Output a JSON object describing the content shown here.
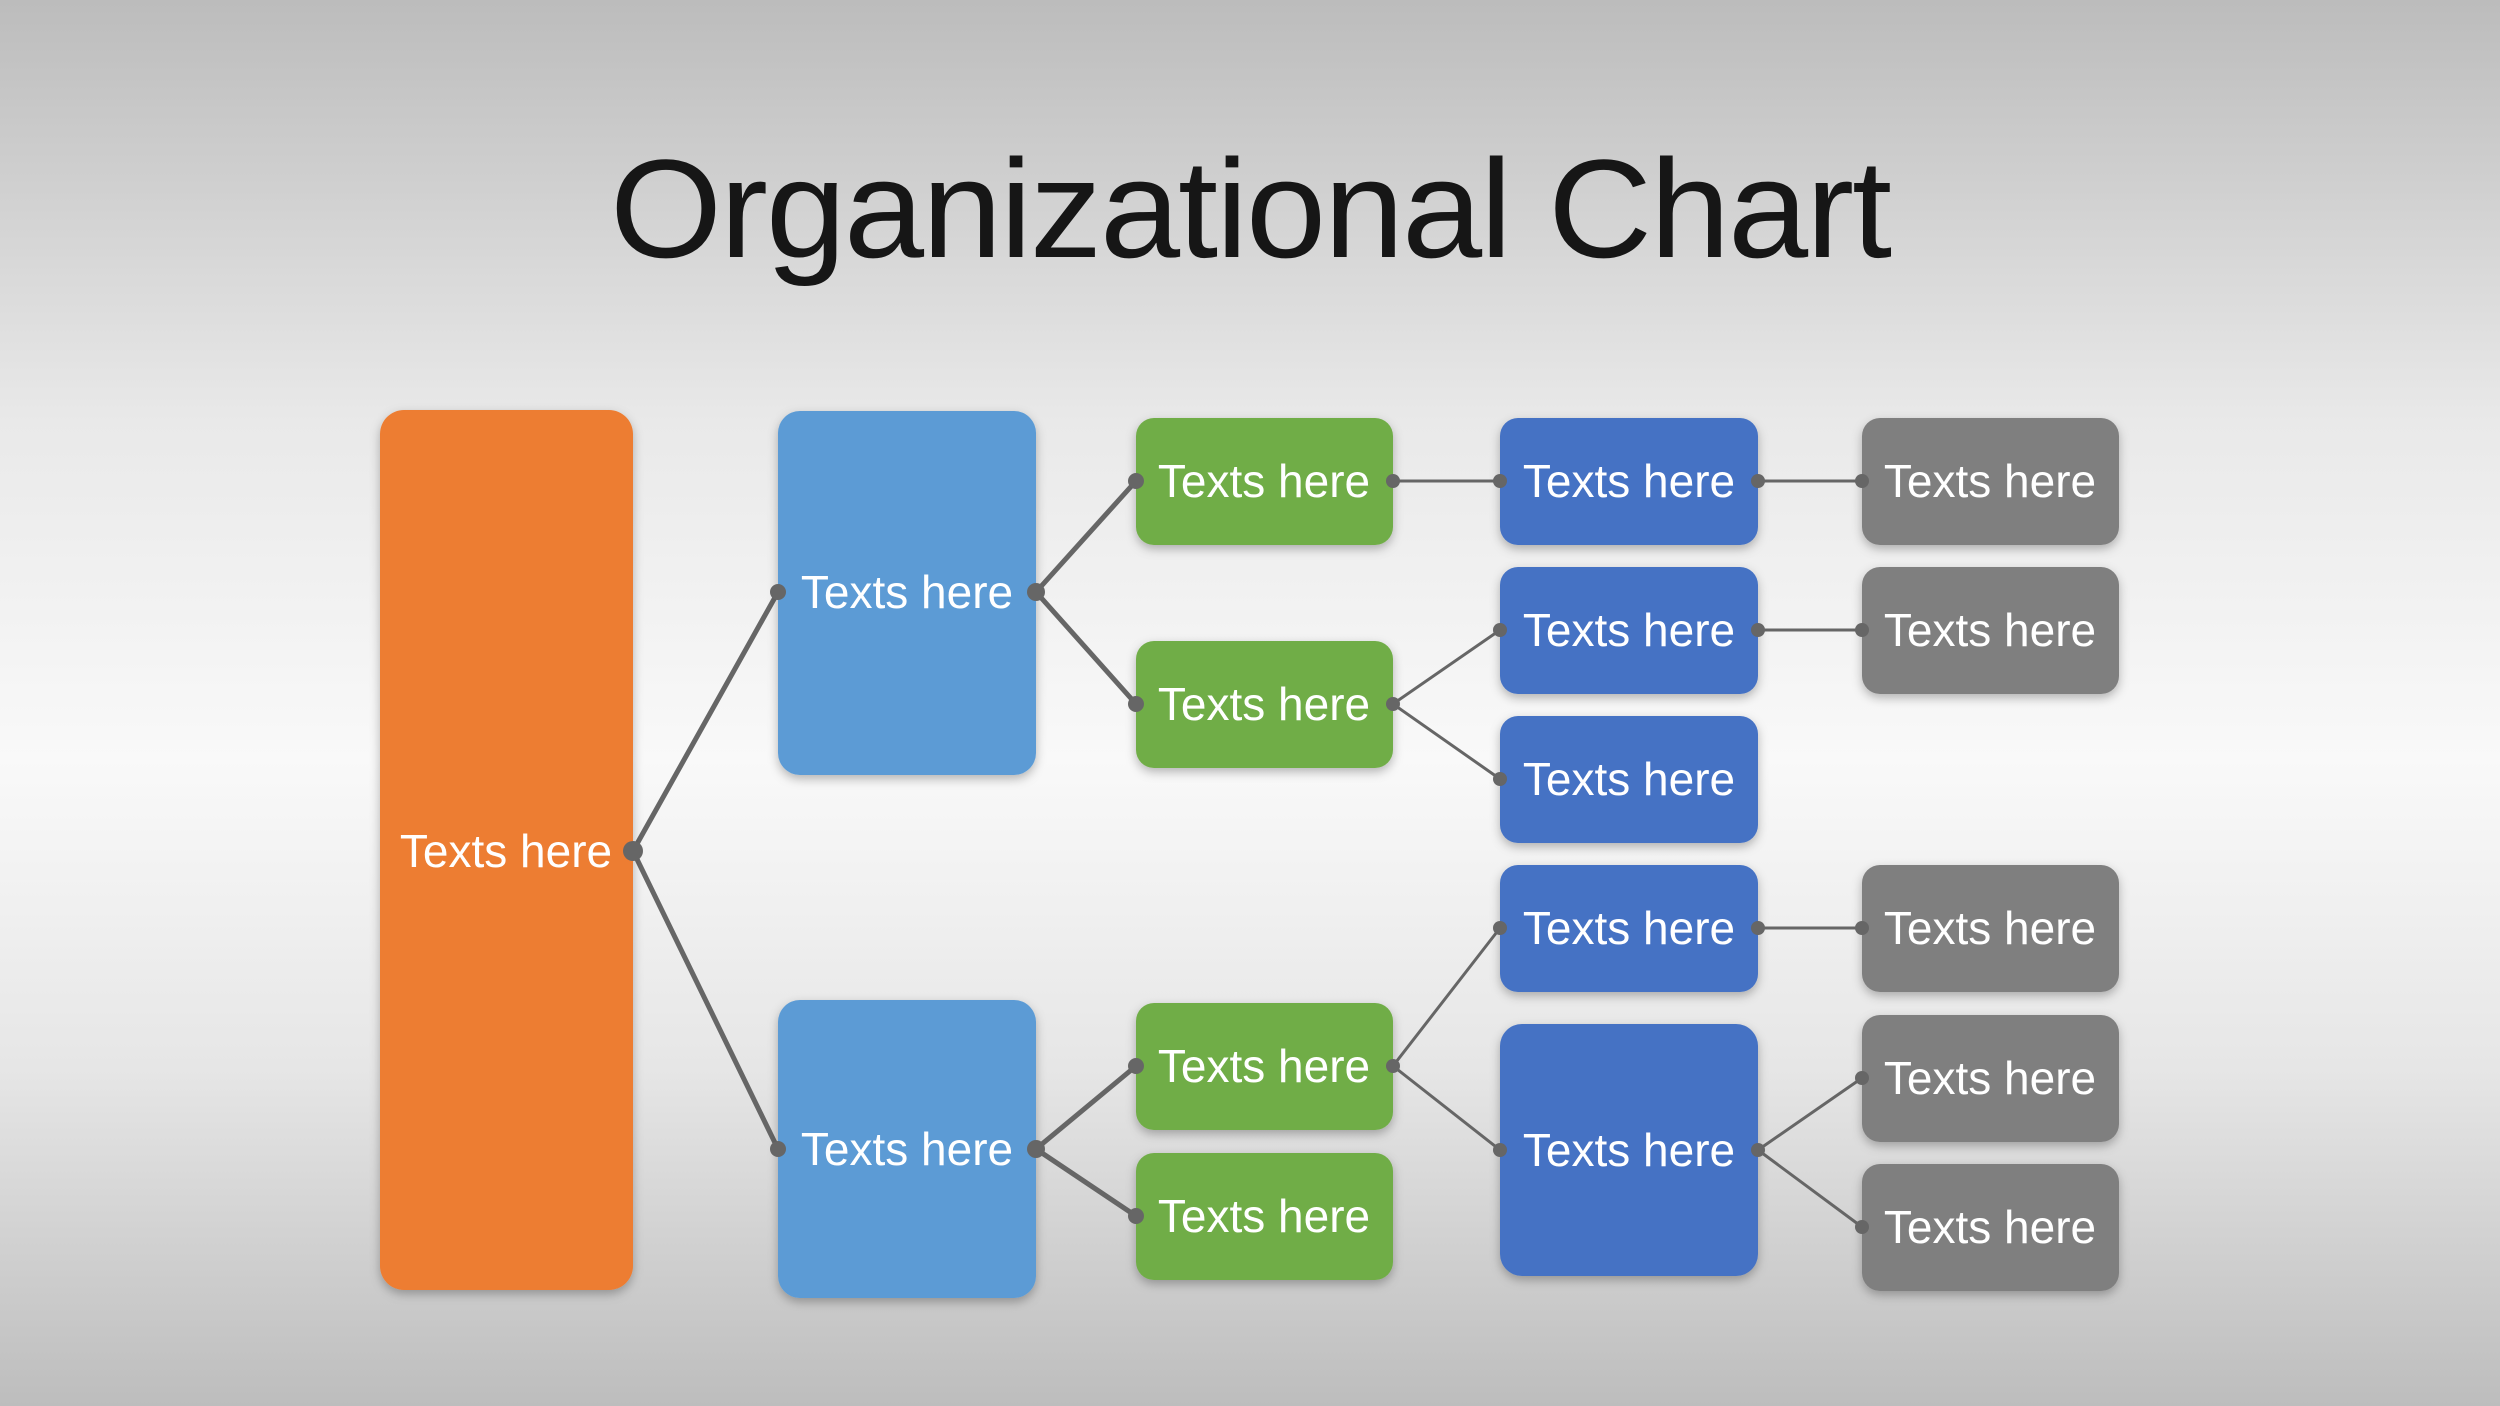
{
  "title": "Organizational Chart",
  "palette": {
    "orange": "#ED7D31",
    "light_blue": "#5B9BD5",
    "green": "#70AD47",
    "blue": "#4472C4",
    "gray": "#7F7F7F",
    "connector": "#666666",
    "title_color": "#161616",
    "node_text": "#FFFFFF",
    "background_top": "#BCBCBC",
    "background_middle": "#F9F9F9",
    "background_bottom": "#BDBDBD"
  },
  "nodes": [
    {
      "id": "root",
      "level": 1,
      "color": "orange",
      "label": "Texts here"
    },
    {
      "id": "branch-top",
      "level": 2,
      "color": "light_blue",
      "label": "Texts here"
    },
    {
      "id": "branch-bottom",
      "level": 2,
      "color": "light_blue",
      "label": "Texts here"
    },
    {
      "id": "green-1",
      "level": 3,
      "color": "green",
      "label": "Texts here"
    },
    {
      "id": "green-2",
      "level": 3,
      "color": "green",
      "label": "Texts here"
    },
    {
      "id": "green-3",
      "level": 3,
      "color": "green",
      "label": "Texts here"
    },
    {
      "id": "green-4",
      "level": 3,
      "color": "green",
      "label": "Texts here"
    },
    {
      "id": "blue-1",
      "level": 4,
      "color": "blue",
      "label": "Texts here"
    },
    {
      "id": "blue-2",
      "level": 4,
      "color": "blue",
      "label": "Texts here"
    },
    {
      "id": "blue-3",
      "level": 4,
      "color": "blue",
      "label": "Texts here"
    },
    {
      "id": "blue-4",
      "level": 4,
      "color": "blue",
      "label": "Texts here"
    },
    {
      "id": "blue-5",
      "level": 4,
      "color": "blue",
      "label": "Texts here"
    },
    {
      "id": "gray-1",
      "level": 5,
      "color": "gray",
      "label": "Texts here"
    },
    {
      "id": "gray-2",
      "level": 5,
      "color": "gray",
      "label": "Texts here"
    },
    {
      "id": "gray-3",
      "level": 5,
      "color": "gray",
      "label": "Texts here"
    },
    {
      "id": "gray-4",
      "level": 5,
      "color": "gray",
      "label": "Texts here"
    },
    {
      "id": "gray-5",
      "level": 5,
      "color": "gray",
      "label": "Texts here"
    }
  ]
}
